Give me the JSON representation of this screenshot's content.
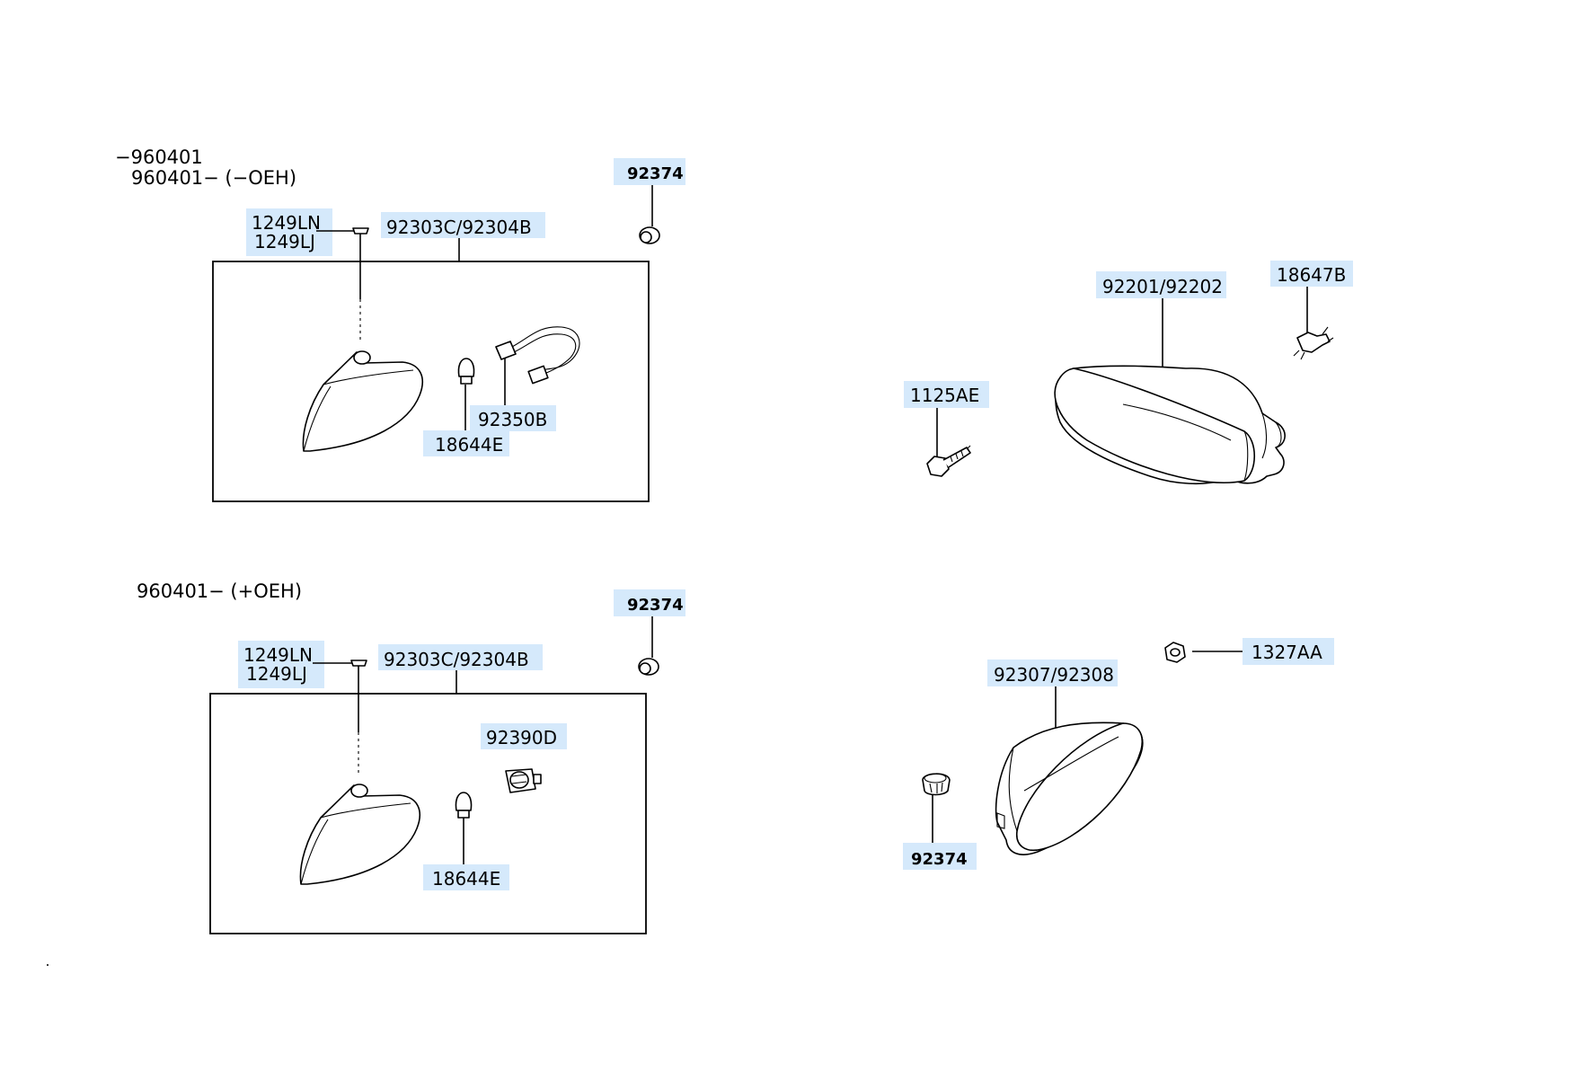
{
  "diagram": {
    "sections": {
      "top_left": {
        "header_line1": "−960401",
        "header_line2": "960401−  (−OEH)",
        "labels": {
          "bolt_a": "1249LN",
          "bolt_b": "1249LJ",
          "assembly": "92303C/92304B",
          "socket": "92350B",
          "bulb": "18644E",
          "grommet": "92374"
        }
      },
      "bottom_left": {
        "header": "960401−  (+OEH)",
        "labels": {
          "bolt_a": "1249LN",
          "bolt_b": "1249LJ",
          "assembly": "92303C/92304B",
          "socket": "92390D",
          "bulb": "18644E",
          "grommet": "92374"
        }
      },
      "top_right": {
        "labels": {
          "lamp": "92201/92202",
          "bulb": "18647B",
          "screw": "1125AE"
        }
      },
      "bottom_right": {
        "labels": {
          "lamp": "92307/92308",
          "nut": "1327AA",
          "grommet": "92374"
        }
      }
    }
  }
}
